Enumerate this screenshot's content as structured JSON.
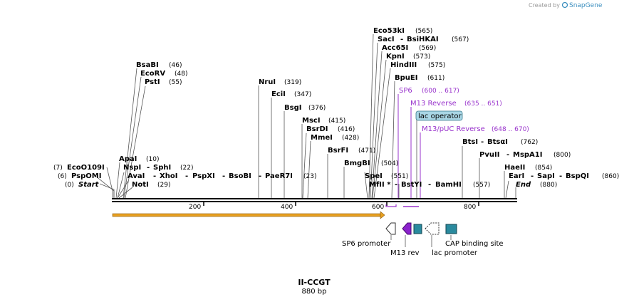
{
  "credit": {
    "created_by": "Created by",
    "brand": "SnapGene"
  },
  "map": {
    "name": "II-CCGT",
    "length_label": "880 bp"
  },
  "ticks": [
    {
      "label": "200",
      "bp": 200
    },
    {
      "label": "400",
      "bp": 400
    },
    {
      "label": "600",
      "bp": 600
    },
    {
      "label": "800",
      "bp": 800
    }
  ],
  "enzymes": [
    {
      "name": "EcoO109I",
      "pos": "(7)"
    },
    {
      "name": "PspOMI",
      "pos": "(6)"
    },
    {
      "name": "Start",
      "pos": "(0)"
    },
    {
      "name": "ApaI",
      "pos": "(10)"
    },
    {
      "name": "NspI",
      "pos": ""
    },
    {
      "name": "SphI",
      "pos": "(22)"
    },
    {
      "name": "AvaI",
      "pos": ""
    },
    {
      "name": "XhoI",
      "pos": ""
    },
    {
      "name": "PspXI",
      "pos": ""
    },
    {
      "name": "BsoBI",
      "pos": ""
    },
    {
      "name": "PaeR7I",
      "pos": "(23)"
    },
    {
      "name": "NotI",
      "pos": "(29)"
    },
    {
      "name": "BsaBI",
      "pos": "(46)"
    },
    {
      "name": "EcoRV",
      "pos": "(48)"
    },
    {
      "name": "PstI",
      "pos": "(55)"
    },
    {
      "name": "NruI",
      "pos": "(319)"
    },
    {
      "name": "EciI",
      "pos": "(347)"
    },
    {
      "name": "BsgI",
      "pos": "(376)"
    },
    {
      "name": "MscI",
      "pos": "(415)"
    },
    {
      "name": "BsrDI",
      "pos": "(416)"
    },
    {
      "name": "MmeI",
      "pos": "(428)"
    },
    {
      "name": "BsrFI",
      "pos": "(471)"
    },
    {
      "name": "BmgBI",
      "pos": "(504)"
    },
    {
      "name": "SpeI",
      "pos": "(551)"
    },
    {
      "name": "MfII *",
      "pos": ""
    },
    {
      "name": "BstYI",
      "pos": ""
    },
    {
      "name": "BamHI",
      "pos": "(557)"
    },
    {
      "name": "Eco53kI",
      "pos": "(565)"
    },
    {
      "name": "SacI",
      "pos": ""
    },
    {
      "name": "BsiHKAI",
      "pos": "(567)"
    },
    {
      "name": "Acc65I",
      "pos": "(569)"
    },
    {
      "name": "KpnI",
      "pos": "(573)"
    },
    {
      "name": "HindIII",
      "pos": "(575)"
    },
    {
      "name": "BpuEI",
      "pos": "(611)"
    },
    {
      "name": "BtsI",
      "pos": ""
    },
    {
      "name": "BtsαI",
      "pos": "(762)"
    },
    {
      "name": "PvuII",
      "pos": ""
    },
    {
      "name": "MspA1I",
      "pos": "(800)"
    },
    {
      "name": "HaeII",
      "pos": "(854)"
    },
    {
      "name": "EarI",
      "pos": ""
    },
    {
      "name": "SapI",
      "pos": ""
    },
    {
      "name": "BspQI",
      "pos": "(860)"
    },
    {
      "name": "End",
      "pos": "(880)"
    }
  ],
  "primers": [
    {
      "name": "SP6",
      "range": "(600 .. 617)"
    },
    {
      "name": "M13 Reverse",
      "range": "(635 .. 651)"
    },
    {
      "name": "M13/pUC Reverse",
      "range": "(648 .. 670)"
    }
  ],
  "lac_operator_label": "lac operator",
  "features": [
    "SP6 promoter",
    "M13 rev",
    "lac promoter",
    "CAP binding site"
  ],
  "colors": {
    "primer": "#9933cc",
    "feature_teal": "#2a8a9e",
    "m13_rev": "#8b22cc",
    "orange_bar": "#e8a020",
    "operator_fill": "#a9d7e6"
  }
}
